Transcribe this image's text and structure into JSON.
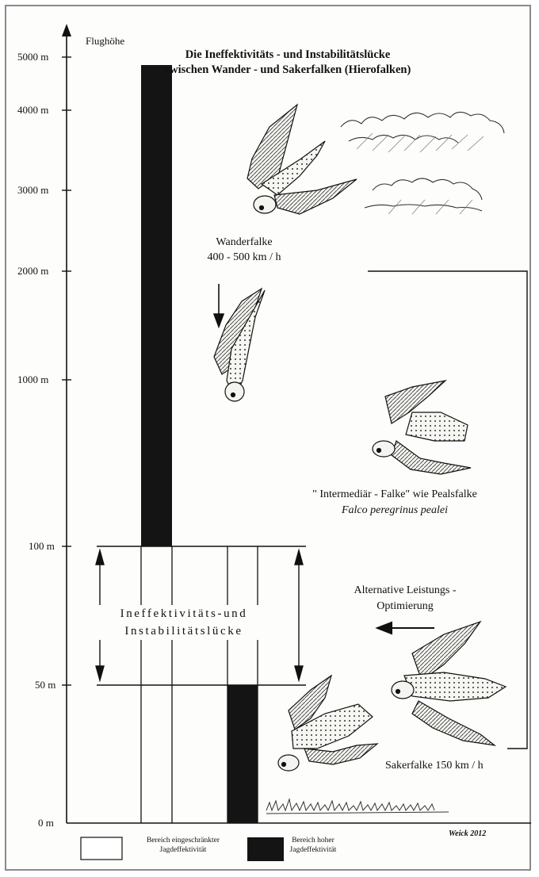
{
  "title_line1": "Die Ineffektivitäts - und Instabilitätslücke",
  "title_line2": "zwischen Wander - und Sakerfalken (Hierofalken)",
  "y_axis_label": "Flughöhe",
  "ticks": [
    "5000 m",
    "4000 m",
    "3000 m",
    "2000 m",
    "1000 m",
    "100 m",
    "50 m",
    "0 m"
  ],
  "gap_label_line1": "Ineffektivitäts-und",
  "gap_label_line2": "Instabilitätslücke",
  "wanderfalke_name": "Wanderfalke",
  "wanderfalke_speed": "400 - 500 km / h",
  "intermediate_line1": "\" Intermediär - Falke\" wie Pealsfalke",
  "intermediate_line2": "Falco peregrinus pealei",
  "alt_line1": "Alternative Leistungs -",
  "alt_line2": "Optimierung",
  "sakerfalke": "Sakerfalke 150 km / h",
  "legend_white_line1": "Bereich eingeschränkter",
  "legend_white_line2": "Jagdeffektivität",
  "legend_black_line1": "Bereich hoher",
  "legend_black_line2": "Jagdeffektivität",
  "credit": "Weick 2012",
  "colors": {
    "ink": "#111111",
    "paper": "#fdfdfb",
    "frame": "#8a8a8a"
  },
  "chart_data": {
    "type": "bar",
    "columns": [
      {
        "role": "Wanderfalke",
        "high_effectivity_from_m": 100,
        "high_effectivity_to_m": 4850
      },
      {
        "role": "Sakerfalke",
        "high_effectivity_from_m": 0,
        "high_effectivity_to_m": 50
      }
    ],
    "gap_range_m": [
      50,
      100
    ],
    "y_ticks_m": [
      0,
      50,
      100,
      1000,
      2000,
      3000,
      4000,
      5000
    ]
  }
}
